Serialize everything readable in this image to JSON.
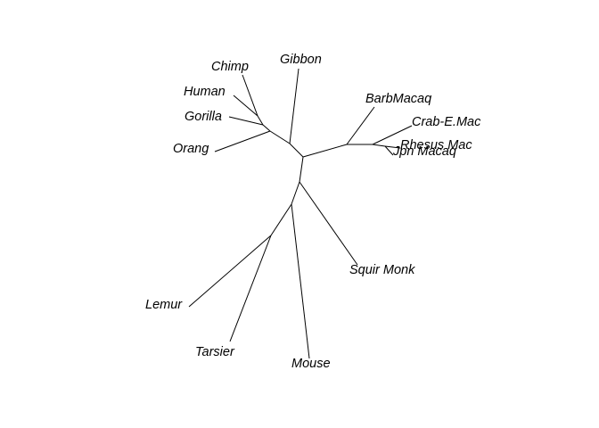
{
  "figure": {
    "type": "unrooted phylogenetic tree",
    "background": "#ffffff",
    "line_color": "#000000",
    "taxa": {
      "chimp": "Chimp",
      "gibbon": "Gibbon",
      "human": "Human",
      "gorilla": "Gorilla",
      "orang": "Orang",
      "barbmacaq": "BarbMacaq",
      "crab_e_mac": "Crab-E.Mac",
      "rhesus_mac": "Rhesus Mac",
      "jpn_macaq": "Jpn Macaq",
      "squir_monk": "Squir Monk",
      "lemur": "Lemur",
      "tarsier": "Tarsier",
      "mouse": "Mouse"
    }
  }
}
